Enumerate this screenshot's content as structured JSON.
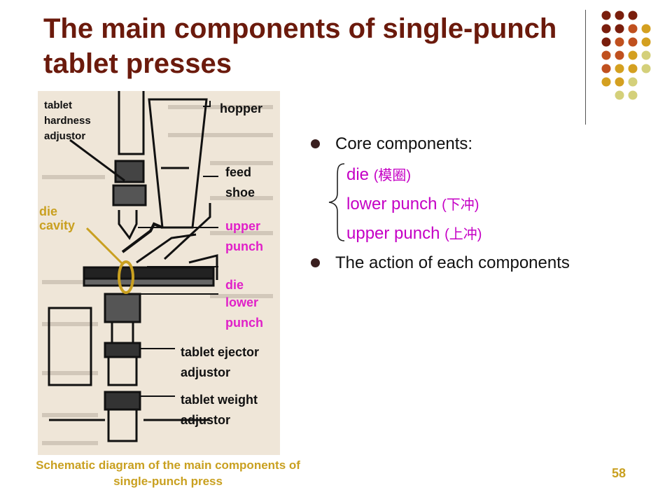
{
  "slide": {
    "title": "The main components of single-punch tablet presses",
    "page_number": "58"
  },
  "diagram": {
    "caption": "Schematic diagram of the main components of single-punch press",
    "labels": {
      "tablet_hardness_adjustor": [
        "tablet",
        "hardness",
        "adjustor"
      ],
      "hopper": "hopper",
      "feed_shoe": [
        "feed",
        "shoe"
      ],
      "die_cavity": [
        "die",
        "cavity"
      ],
      "upper_punch": [
        "upper",
        "punch"
      ],
      "die": "die",
      "lower_punch": [
        "lower",
        "punch"
      ],
      "tablet_ejector_adjustor": [
        "tablet ejector",
        "adjustor"
      ],
      "tablet_weight_adjustor": [
        "tablet weight",
        "adjustor"
      ]
    }
  },
  "content": {
    "bullets": [
      {
        "text": "Core components:",
        "sub_items": [
          {
            "en": "die ",
            "cn": "(模圈)"
          },
          {
            "en": "lower punch ",
            "cn": "(下冲)"
          },
          {
            "en": "upper punch ",
            "cn": "(上冲)"
          }
        ]
      },
      {
        "text": "The action of each components"
      }
    ]
  },
  "colors": {
    "title": "#6b1a0c",
    "magenta_label": "#e020c8",
    "gold_label": "#c9a020",
    "sub_item": "#c500c5",
    "bullet": "#3a1f1f"
  },
  "decor_dots": {
    "colors": [
      "#7a1e0c",
      "#c0501e",
      "#d4a020",
      "#d4d07a"
    ]
  }
}
